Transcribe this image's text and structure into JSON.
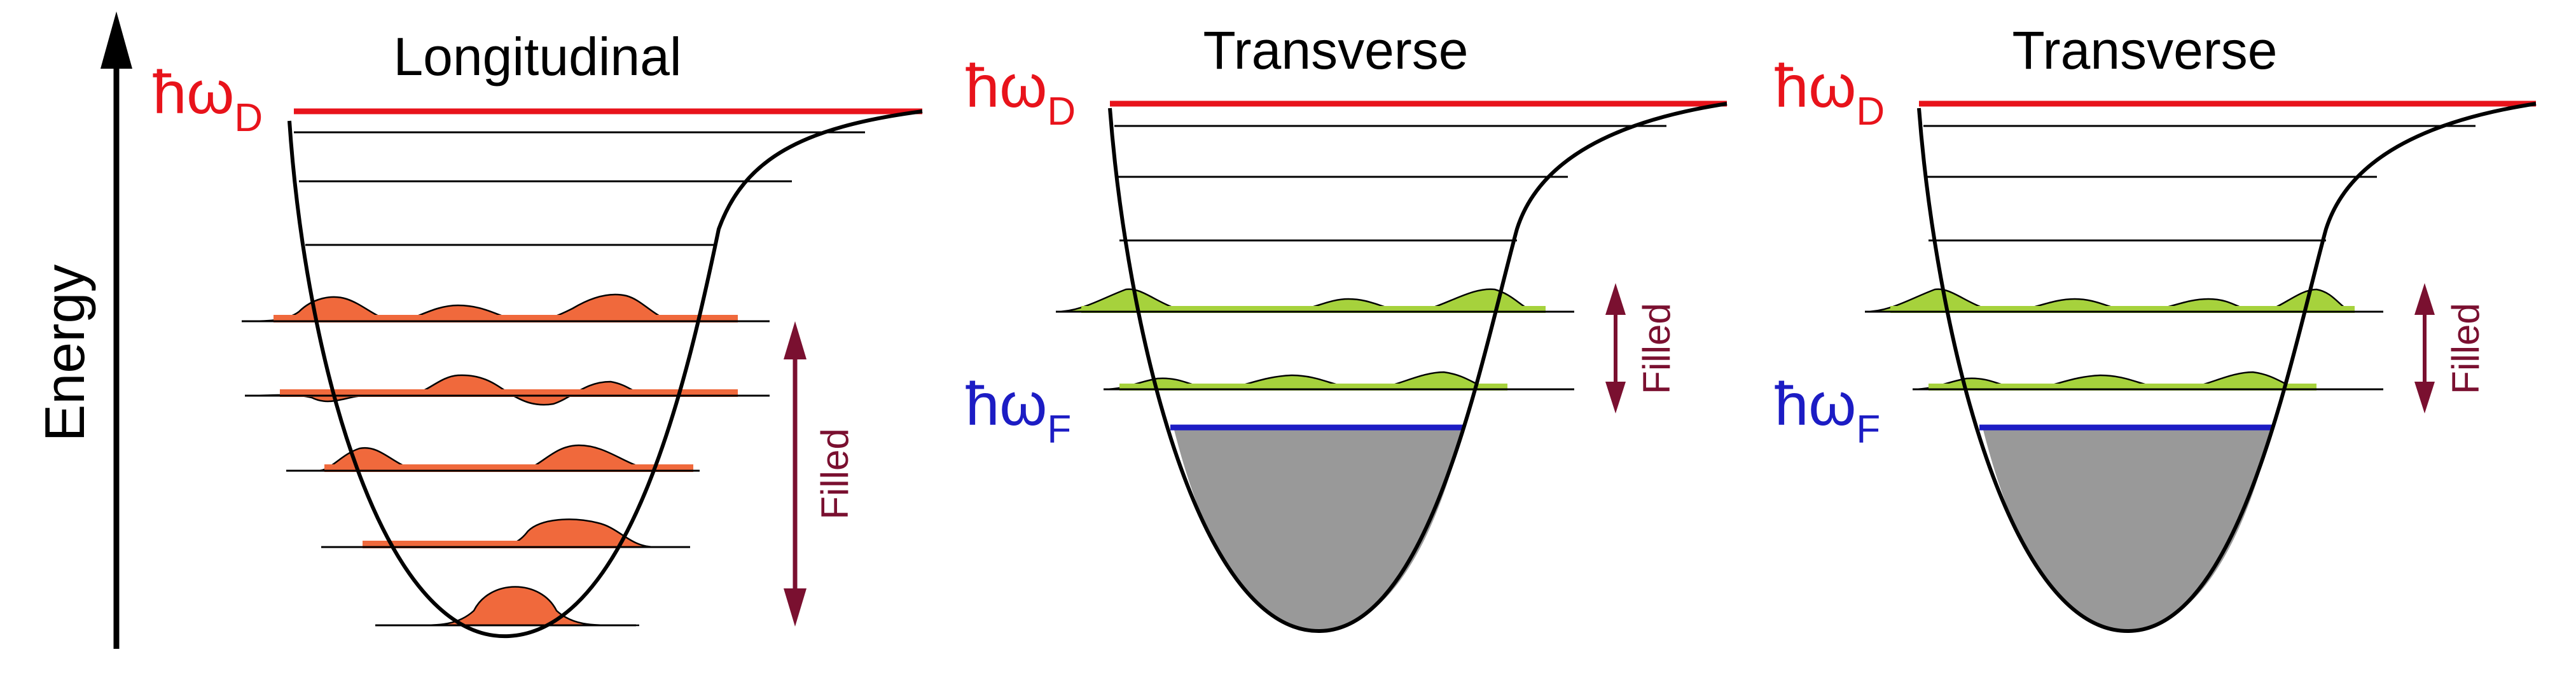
{
  "axis": {
    "label": "Energy"
  },
  "colors": {
    "debye": "#e8131b",
    "fermi": "#1c1cc4",
    "arrow": "#7a1030",
    "orange": "#f0693c",
    "green": "#a6d23c",
    "gray": "#999999",
    "line": "#000000"
  },
  "panels": [
    {
      "title": "Longitudinal",
      "omega_d": {
        "main": "ħω",
        "sub": "D"
      },
      "filled_label": "Filled",
      "levels_total": 8,
      "levels_filled": 5,
      "wave_color": "orange",
      "has_fermi": false
    },
    {
      "title": "Transverse",
      "omega_d": {
        "main": "ħω",
        "sub": "D"
      },
      "omega_f": {
        "main": "ħω",
        "sub": "F"
      },
      "filled_label": "Filled",
      "levels_total": 7,
      "levels_filled": 2,
      "wave_color": "green",
      "has_fermi": true
    },
    {
      "title": "Transverse",
      "omega_d": {
        "main": "ħω",
        "sub": "D"
      },
      "omega_f": {
        "main": "ħω",
        "sub": "F"
      },
      "filled_label": "Filled",
      "levels_total": 7,
      "levels_filled": 2,
      "wave_color": "green",
      "has_fermi": true
    }
  ]
}
